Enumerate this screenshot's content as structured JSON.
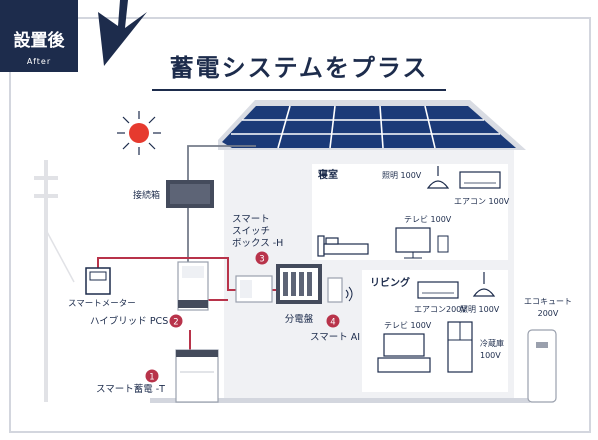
{
  "badge": {
    "main": "設置後",
    "sub": "After"
  },
  "title": "蓄電システムをプラス",
  "colors": {
    "navy": "#1d2c4c",
    "accent": "#b8334a",
    "sun": "#e63a2e",
    "panel": "#1b3a78",
    "frame": "#d3d6de",
    "bg": "#f0f1f4"
  },
  "rooms": {
    "bedroom": "寝室",
    "living": "リビング"
  },
  "components": {
    "junction_box": "接続箱",
    "smart_switch_l1": "スマート",
    "smart_switch_l2": "スイッチ",
    "smart_switch_l3": "ボックス -H",
    "smart_meter": "スマートメーター",
    "hybrid_pcs": "ハイブリッド PCS",
    "smart_battery": "スマート蓄電 -T",
    "distribution_board": "分電盤",
    "smart_ai": "スマート AI",
    "eco_cute_l1": "エコキュート",
    "eco_cute_l2": "200V"
  },
  "numbers": [
    "1",
    "2",
    "3",
    "4"
  ],
  "appliances": {
    "bed_light": "照明 100V",
    "bed_aircon": "エアコン 100V",
    "bed_tv": "テレビ 100V",
    "liv_aircon": "エアコン200V",
    "liv_light": "照明 100V",
    "liv_tv": "テレビ 100V",
    "fridge_l1": "冷蔵庫",
    "fridge_l2": "100V"
  }
}
